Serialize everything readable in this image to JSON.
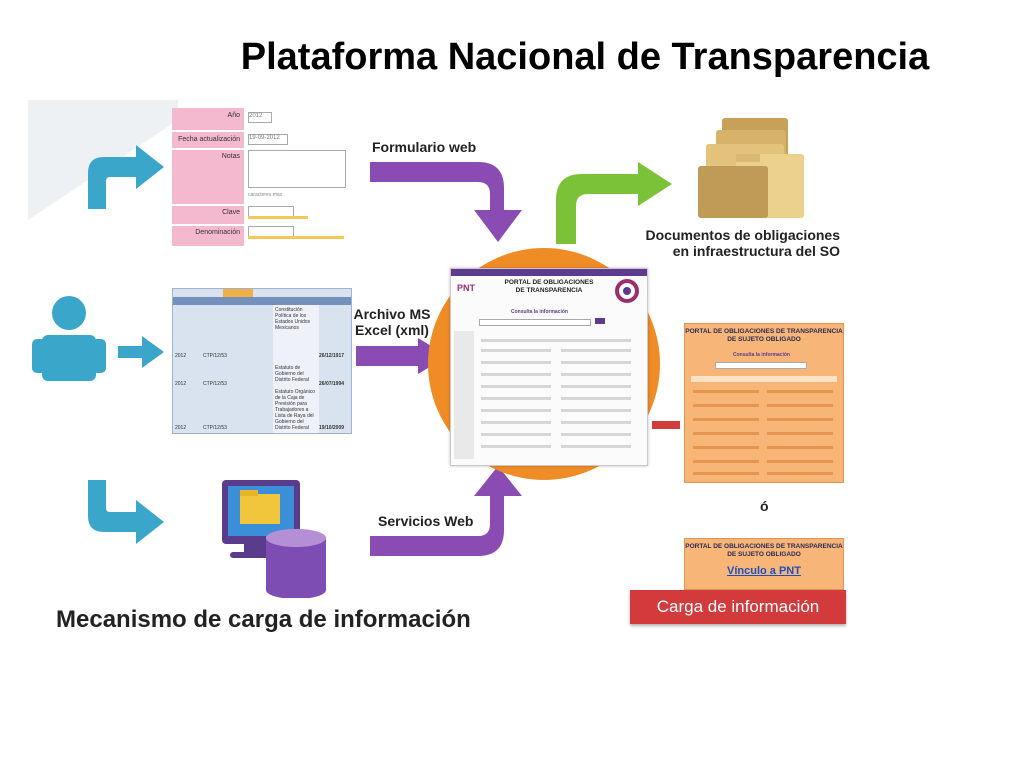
{
  "slide": {
    "title": "Plataforma Nacional de Transparencia"
  },
  "labels": {
    "formulario_web": "Formulario web",
    "archivo_ms": "Archivo MS",
    "excel_xml": "Excel (xml)",
    "servicios_web": "Servicios Web",
    "documentos_line1": "Documentos de obligaciones",
    "documentos_line2": "en infraestructura del SO",
    "o_separator": "ó",
    "mecanismo": "Mecanismo de carga de información",
    "carga": "Carga de información"
  },
  "web_form": {
    "fields": [
      {
        "label": "Año",
        "value": "2012"
      },
      {
        "label": "Fecha actualización",
        "value": "19-09-2012"
      },
      {
        "label": "Notas",
        "value": ""
      },
      {
        "label": "Clave",
        "value": ""
      },
      {
        "label": "Denominación",
        "value": ""
      }
    ],
    "notes_hint": "caracteres max"
  },
  "excel": {
    "rows": [
      {
        "year": "2012",
        "code": "CTP/12/53",
        "text": "Constitución Política de los Estados Unidos Mexicanos",
        "date": "26/12/1917"
      },
      {
        "year": "2012",
        "code": "CTP/12/53",
        "text": "Estatuto de Gobierno del Distrito Federal",
        "date": "26/07/1994"
      },
      {
        "year": "2012",
        "code": "CTP/12/53",
        "text": "Estatuto Orgánico de la Caja de Previsión para Trabajadores a Lista de Raya del Gobierno del Distrito Federal",
        "date": "19/10/2009"
      }
    ]
  },
  "portal_center": {
    "title_line1": "PORTAL DE OBLIGACIONES",
    "title_line2": "DE TRANSPARENCIA",
    "logo": "PNT",
    "consult": "Consulta la información"
  },
  "portal_right": {
    "title_line1": "PORTAL DE OBLIGACIONES DE TRANSPARENCIA",
    "title_line2": "DE SUJETO OBLIGADO",
    "consult": "Consulta la información",
    "link": "Vínculo a PNT"
  },
  "colors": {
    "cyan_arrow": "#3aa6c9",
    "purple_arrow": "#8a4cb3",
    "green_arrow": "#7cc238",
    "orange_circle": "#f08c26",
    "pink_form": "#f4b8cf",
    "red_box": "#d23a3c",
    "portal_orange": "#f7b578"
  }
}
